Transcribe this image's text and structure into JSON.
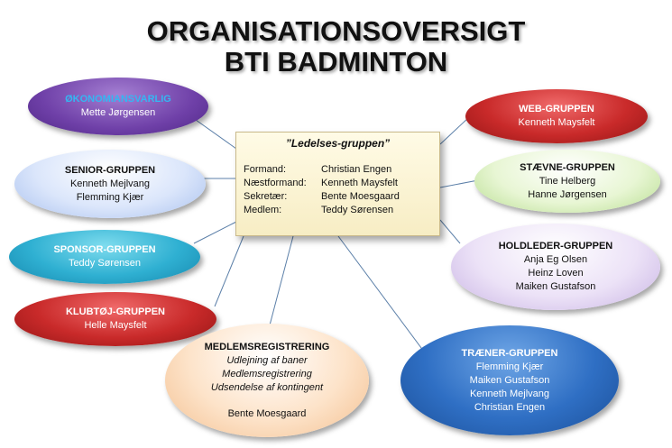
{
  "title": {
    "line1": "ORGANISATIONSOVERSIGT",
    "line2": "BTI BADMINTON"
  },
  "center": {
    "title": "”Ledelses-gruppen”",
    "rows": [
      {
        "role": "Formand:",
        "name": "Christian Engen"
      },
      {
        "role": "Næstformand:",
        "name": "Kenneth Maysfelt"
      },
      {
        "role": "Sekretær:",
        "name": "Bente Moesgaard"
      },
      {
        "role": "Medlem:",
        "name": "Teddy Sørensen"
      }
    ]
  },
  "groups": {
    "okonomi": {
      "title": "ØKONOMIANSVARLIG",
      "members": [
        "Mette Jørgensen"
      ]
    },
    "senior": {
      "title": "SENIOR-GRUPPEN",
      "members": [
        "Kenneth Mejlvang",
        "Flemming Kjær"
      ]
    },
    "sponsor": {
      "title": "SPONSOR-GRUPPEN",
      "members": [
        "Teddy Sørensen"
      ]
    },
    "klubtoj": {
      "title": "KLUBTØJ-GRUPPEN",
      "members": [
        "Helle Maysfelt"
      ]
    },
    "medlem": {
      "title": "MEDLEMSREGISTRERING",
      "tasks": [
        "Udlejning af baner",
        "Medlemsregistrering",
        "Udsendelse af kontingent"
      ],
      "members": [
        "Bente Moesgaard"
      ]
    },
    "web": {
      "title": "WEB-GRUPPEN",
      "members": [
        "Kenneth Maysfelt"
      ]
    },
    "staevne": {
      "title": "STÆVNE-GRUPPEN",
      "members": [
        "Tine Helberg",
        "Hanne Jørgensen"
      ]
    },
    "holdleder": {
      "title": "HOLDLEDER-GRUPPEN",
      "members": [
        "Anja Eg Olsen",
        "Heinz Loven",
        "Maiken Gustafson"
      ]
    },
    "traener": {
      "title": "TRÆNER-GRUPPEN",
      "members": [
        "Flemming Kjær",
        "Maiken Gustafson",
        "Kenneth Mejlvang",
        "Christian Engen"
      ]
    }
  },
  "colors": {
    "connector": "#5b7fa8",
    "okonomi_title": "#35b6f2"
  }
}
